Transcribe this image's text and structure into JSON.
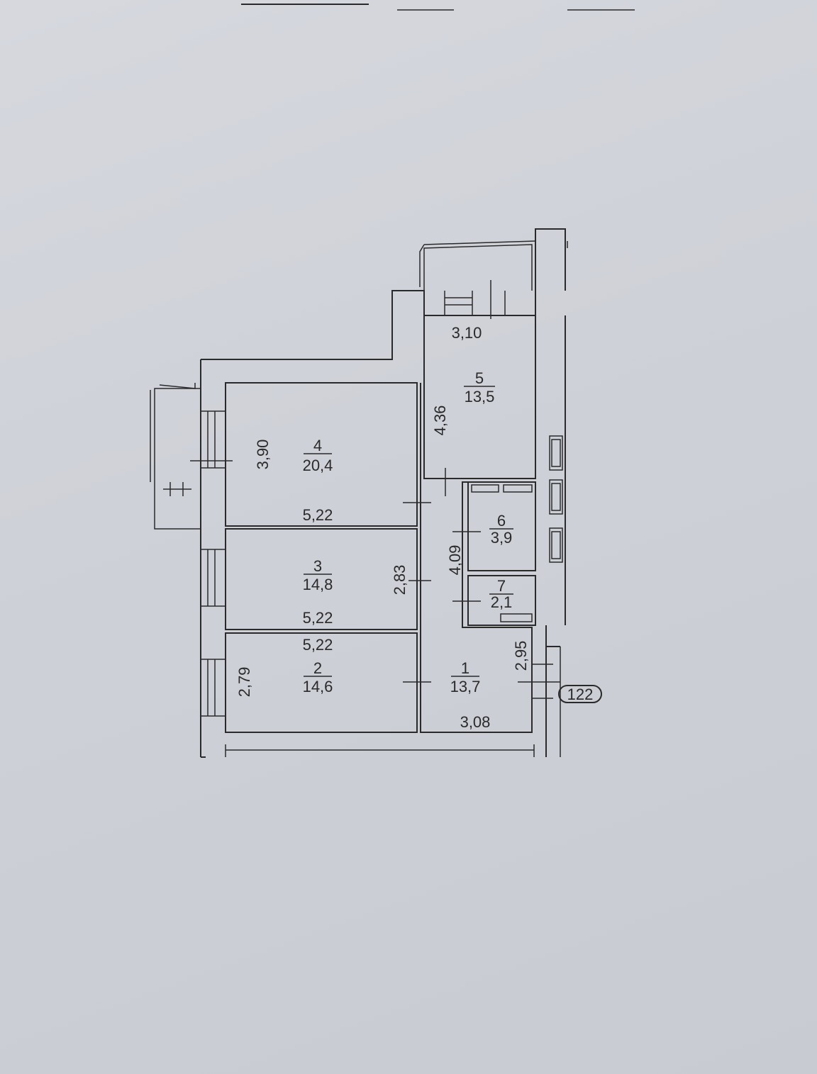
{
  "plan": {
    "rooms": [
      {
        "number": "1",
        "area": "13,7"
      },
      {
        "number": "2",
        "area": "14,6"
      },
      {
        "number": "3",
        "area": "14,8"
      },
      {
        "number": "4",
        "area": "20,4"
      },
      {
        "number": "5",
        "area": "13,5"
      },
      {
        "number": "6",
        "area": "3,9"
      },
      {
        "number": "7",
        "area": "2,1"
      }
    ],
    "dimensions": {
      "room5_width": "3,10",
      "room5_height": "4,36",
      "room4_height": "3,90",
      "room4_width": "5,22",
      "room3_height": "2,83",
      "room3_width": "5,22",
      "room2_width": "5,22",
      "room2_height": "2,79",
      "room6_7_height": "4,09",
      "room1_height": "2,95",
      "room1_width": "3,08"
    },
    "stair_mark": "122"
  }
}
